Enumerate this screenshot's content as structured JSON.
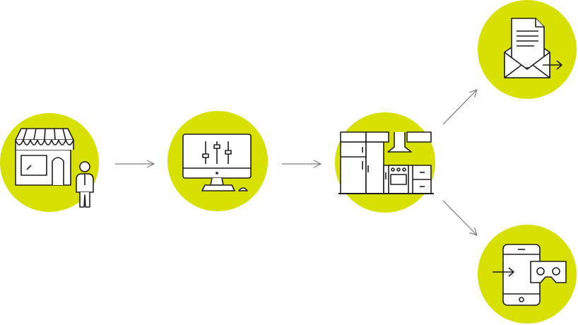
{
  "colors": {
    "circle_fill": "#d8e000",
    "line": "#1d1d1b",
    "arrow": "#7a7a7a",
    "icon_fill": "#ffffff"
  },
  "nodes": [
    {
      "id": "store",
      "icon": "storefront-with-person-icon"
    },
    {
      "id": "computer",
      "icon": "computer-with-sliders-icon"
    },
    {
      "id": "kitchen",
      "icon": "kitchen-icon"
    },
    {
      "id": "document",
      "icon": "document-envelope-send-icon"
    },
    {
      "id": "mobile",
      "icon": "smartphone-vr-headset-icon"
    }
  ],
  "edges": [
    {
      "from": "store",
      "to": "computer"
    },
    {
      "from": "computer",
      "to": "kitchen"
    },
    {
      "from": "kitchen",
      "to": "document"
    },
    {
      "from": "kitchen",
      "to": "mobile"
    }
  ]
}
